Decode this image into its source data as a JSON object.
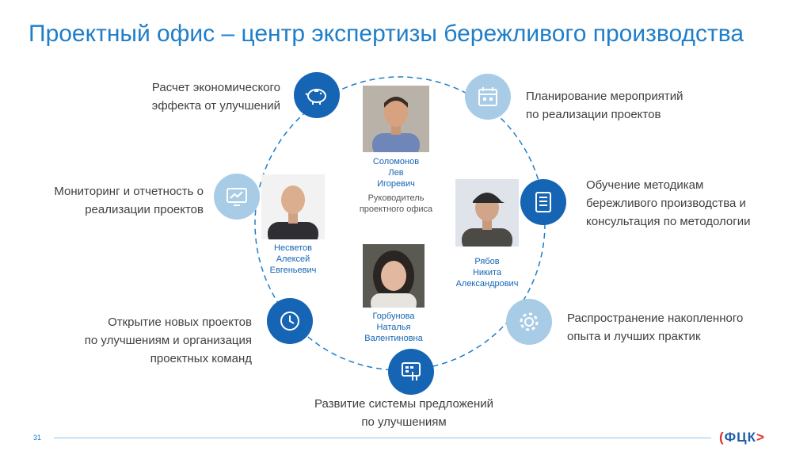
{
  "title": "Проектный офис – центр экспертизы бережливого производства",
  "colors": {
    "accent": "#1f7ec8",
    "dark_circle": "#1565b4",
    "light_circle": "#a9cce6",
    "logo_red": "#e0332b"
  },
  "functions": [
    {
      "icon": "piggy-bank-icon",
      "lines": [
        "Расчет экономического",
        "эффекта от улучшений"
      ]
    },
    {
      "icon": "calendar-icon",
      "lines": [
        "Планирование мероприятий",
        "по реализации проектов"
      ]
    },
    {
      "icon": "monitoring-chart-icon",
      "lines": [
        "Мониторинг и отчетность о",
        "реализации проектов"
      ]
    },
    {
      "icon": "checklist-document-icon",
      "lines": [
        "Обучение методикам",
        "бережливого производства и",
        "консультация по методологии"
      ]
    },
    {
      "icon": "clock-icon",
      "lines": [
        "Открытие новых проектов",
        "по улучшениям и организация",
        "проектных команд"
      ]
    },
    {
      "icon": "gear-icon",
      "lines": [
        "Распространение накопленного",
        "опыта и лучших практик"
      ]
    },
    {
      "icon": "touchscreen-icon",
      "lines": [
        "Развитие системы предложений",
        "по улучшениям"
      ]
    }
  ],
  "people": [
    {
      "name_lines": [
        "Соломонов",
        "Лев",
        "Игоревич"
      ],
      "role_lines": [
        "Руководитель",
        "проектного офиса"
      ]
    },
    {
      "name_lines": [
        "Несветов",
        "Алексей",
        "Евгеньевич"
      ]
    },
    {
      "name_lines": [
        "Рябов",
        "Никита",
        "Александрович"
      ]
    },
    {
      "name_lines": [
        "Горбунова",
        "Наталья",
        "Валентиновна"
      ]
    }
  ],
  "footer": {
    "page_number": "31",
    "logo_text": "ФЦК",
    "logo_left_mark": "(",
    "logo_right_mark": ">"
  }
}
